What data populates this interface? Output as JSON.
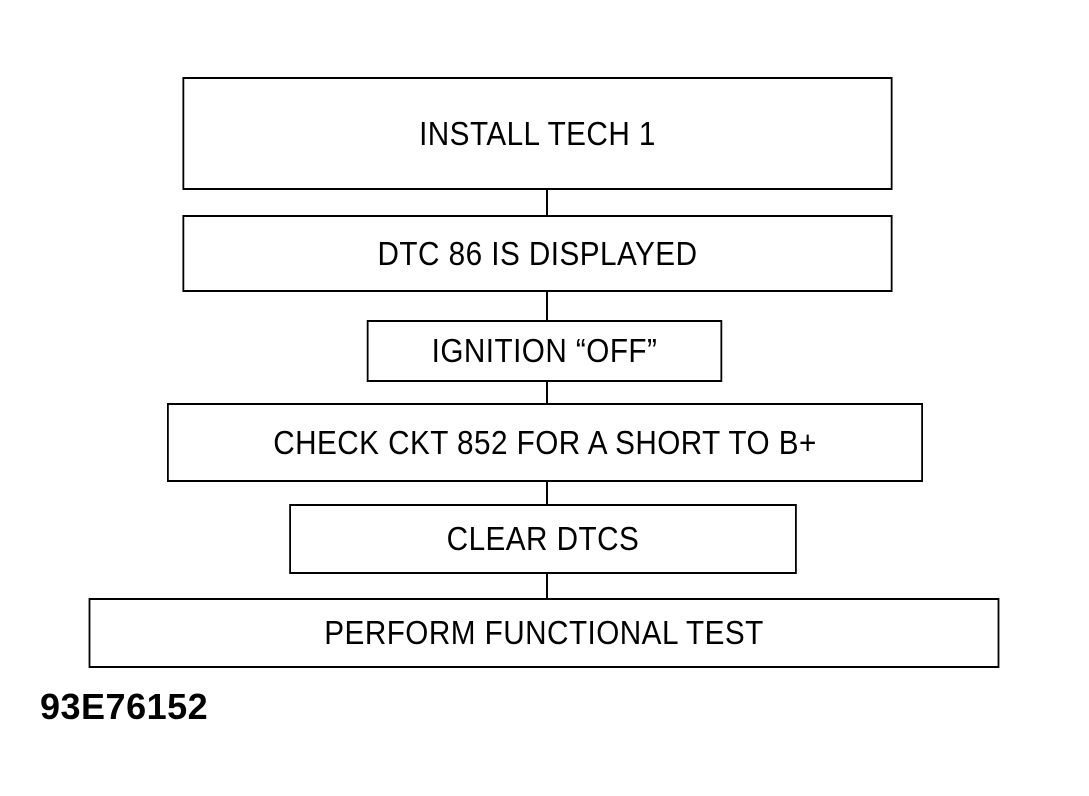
{
  "steps": [
    {
      "label": "INSTALL TECH 1"
    },
    {
      "label": "DTC 86 IS DISPLAYED"
    },
    {
      "label": "IGNITION “OFF”"
    },
    {
      "label": "CHECK CKT 852 FOR A SHORT TO B+"
    },
    {
      "label": "CLEAR DTCS"
    },
    {
      "label": "PERFORM FUNCTIONAL TEST"
    }
  ],
  "figure_id": "93E76152",
  "colors": {
    "line": "#000000",
    "background": "#ffffff"
  }
}
